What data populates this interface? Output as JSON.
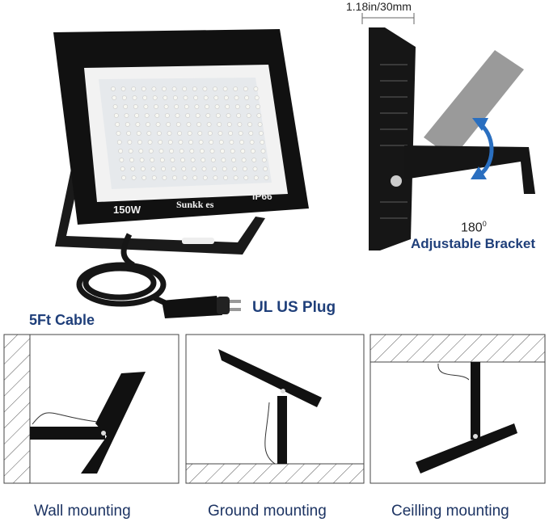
{
  "product": {
    "wattage": "150W",
    "brand": "Sunkk es",
    "rating": "IP66"
  },
  "callouts": {
    "cable": "5Ft Cable",
    "plug": "UL US Plug",
    "depth": "1.18in/30mm",
    "rotation": "180",
    "rotation_unit": "0",
    "bracket": "Adjustable Bracket"
  },
  "mounting": {
    "wall": "Wall mounting",
    "ground": "Ground mounting",
    "ceiling": "Ceilling mounting"
  },
  "colors": {
    "label_blue": "#1f3f7a",
    "caption_blue": "#1d3463",
    "arrow_blue": "#2a6fc0",
    "housing_black": "#111111"
  }
}
